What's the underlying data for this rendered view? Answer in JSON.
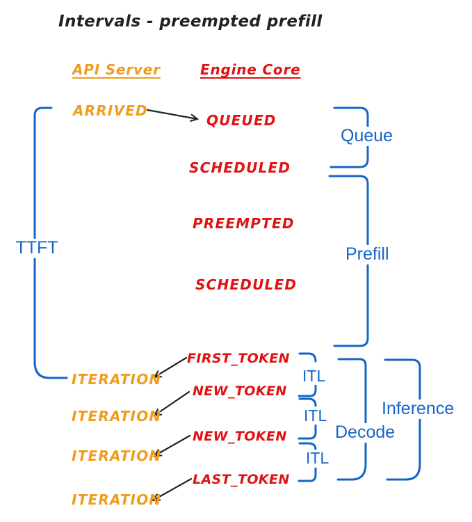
{
  "title": "Intervals - preempted prefill",
  "columns": {
    "api_server": "API Server",
    "engine_core": "Engine Core"
  },
  "api_events": [
    {
      "label": "ARRIVED"
    },
    {
      "label": "ITERATION"
    },
    {
      "label": "ITERATION"
    },
    {
      "label": "ITERATION"
    },
    {
      "label": "ITERATION"
    }
  ],
  "engine_events": [
    {
      "label": "QUEUED"
    },
    {
      "label": "SCHEDULED"
    },
    {
      "label": "PREEMPTED"
    },
    {
      "label": "SCHEDULED"
    },
    {
      "label": "FIRST_TOKEN"
    },
    {
      "label": "NEW_TOKEN"
    },
    {
      "label": "NEW_TOKEN"
    },
    {
      "label": "LAST_TOKEN"
    }
  ],
  "intervals": {
    "ttft": "TTFT",
    "queue": "Queue",
    "prefill": "Prefill",
    "itl": [
      "ITL",
      "ITL",
      "ITL"
    ],
    "decode": "Decode",
    "inference": "Inference"
  },
  "colors": {
    "blue": "#1565C8",
    "orange": "#F09C1C",
    "red": "#E01212",
    "ink": "#222222"
  }
}
